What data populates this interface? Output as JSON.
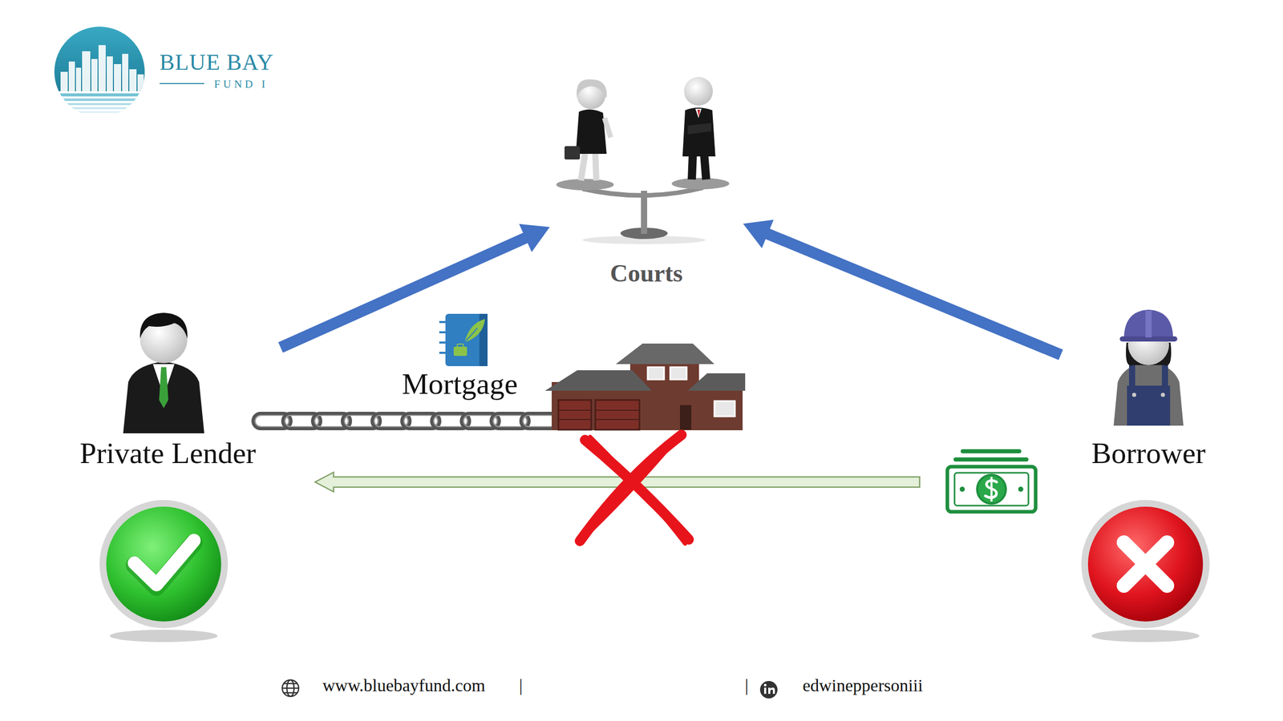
{
  "diagram": {
    "nodes": [
      {
        "text": [
          "Courts"
        ]
      },
      {
        "text": [
          "Private Lender"
        ]
      },
      {
        "text": [
          "Borrower"
        ]
      }
    ],
    "edges": [
      {
        "from": 1,
        "to": 0,
        "arrow": "to"
      },
      {
        "from": 2,
        "to": 0,
        "arrow": "to"
      },
      {
        "from": 2,
        "to": 1,
        "arrow": "to"
      }
    ],
    "labels": [
      "BLUE BAY",
      "FUND I",
      "Mortgage",
      "www.bluebayfund.com",
      "|",
      "|",
      "edwineppersoniii"
    ]
  }
}
